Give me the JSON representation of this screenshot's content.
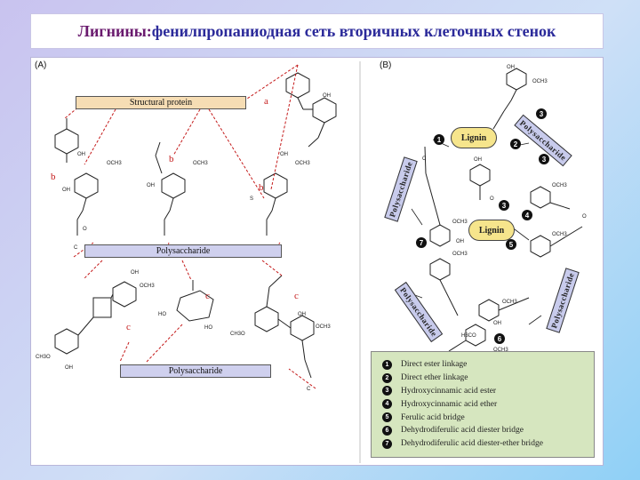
{
  "title": {
    "main": "Лигнины:",
    "rest": " фенилпропаниодная сеть вторичных клеточных стенок"
  },
  "panel_a": {
    "label": "(A)",
    "structural_protein": "Structural protein",
    "polysaccharide_top": "Polysaccharide",
    "polysaccharide_bottom": "Polysaccharide",
    "letters": {
      "a": "a",
      "b1": "b",
      "b2": "b",
      "b3": "b",
      "c1": "c",
      "c2": "c",
      "c3": "c"
    }
  },
  "panel_b": {
    "label": "(B)",
    "lignin_top": "Lignin",
    "lignin_mid": "Lignin",
    "poly_top_right": "Polysaccharide",
    "poly_left": "Polysaccharide",
    "poly_right": "Polysaccharide",
    "poly_bottom_left": "Polysaccharide",
    "markers": [
      "1",
      "2",
      "3",
      "3",
      "3",
      "4",
      "5",
      "6",
      "7"
    ]
  },
  "legend": [
    {
      "num": "1",
      "text": "Direct ester linkage"
    },
    {
      "num": "2",
      "text": "Direct ether linkage"
    },
    {
      "num": "3",
      "text": "Hydroxycinnamic acid ester"
    },
    {
      "num": "4",
      "text": "Hydroxycinnamic acid ether"
    },
    {
      "num": "5",
      "text": "Ferulic acid bridge"
    },
    {
      "num": "6",
      "text": "Dehydrodiferulic acid diester bridge"
    },
    {
      "num": "7",
      "text": "Dehydrodiferulic acid diester-ether bridge"
    }
  ],
  "chem_labels": {
    "oh": "OH",
    "och3": "OCH₃",
    "ho": "HO",
    "o": "O",
    "c": "C",
    "ch3o": "CH₃O",
    "h3co": "H₃CO",
    "s": "S"
  },
  "colors": {
    "protein_bar": "#f6ddb4",
    "polysaccharide_bar": "#cfd0ee",
    "lignin_pill": "#f6e58c",
    "legend_bg": "#d6e6bf",
    "link_red": "#c41a1a"
  }
}
